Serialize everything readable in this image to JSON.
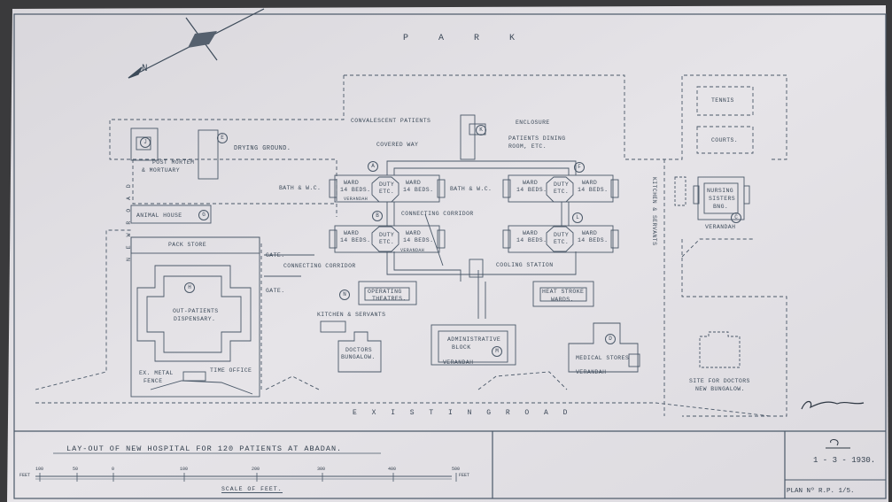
{
  "heading": {
    "park": "P A R K",
    "existing_road": "E X I S T I N G   R O A D"
  },
  "labels": {
    "convalescent": "CONVALESCENT PATIENTS",
    "enclosure": "ENCLOSURE",
    "covered_way": "COVERED WAY",
    "patients_dining": "PATIENTS DINING",
    "room_etc": "ROOM, ETC.",
    "post_mortem": "POST MORTEM",
    "mortuary": "& MORTUARY",
    "drying_ground": "DRYING GROUND.",
    "bath_wc_left": "BATH & W.C.",
    "bath_wc_right": "BATH & W.C.",
    "animal_house": "ANIMAL HOUSE",
    "connecting_corridor_1": "CONNECTING CORRIDOR",
    "connecting_corridor_2": "CONNECTING CORRIDOR",
    "pack_store": "PACK STORE",
    "gate_1": "GATE.",
    "gate_2": "GATE.",
    "cooling_station": "COOLING STATION",
    "operating": "OPERATING",
    "theatres": "THEATRES.",
    "heat_stroke": "HEAT STROKE",
    "wards": "WARDS.",
    "out_patients": "OUT-PATIENTS",
    "dispensary": "DISPENSARY.",
    "kitchen_servants": "KITCHEN & SERVANTS",
    "doctors": "DOCTORS",
    "bungalow": "BUNGALOW.",
    "administrative": "ADMINISTRATIVE",
    "block": "BLOCK",
    "verandah_admin": "VERANDAH",
    "medical_stores": "MEDICAL STORES",
    "verandah_stores": "VERANDAH",
    "ex_metal": "EX. METAL",
    "fence": "FENCE",
    "time_office": "TIME OFFICE",
    "site_for_doctors": "SITE FOR DOCTORS",
    "new_bungalow": "NEW BUNGALOW.",
    "tennis": "TENNIS",
    "courts": "COURTS.",
    "nursing": "NURSING",
    "sisters": "SISTERS",
    "bungalow_nurse": "BNG.",
    "verandah_nurse": "VERANDAH",
    "kitchen_servants_v": "KITCHEN & SERVANTS",
    "new_road": "N E W   R O A D",
    "ward": "WARD",
    "beds": "14 BEDS.",
    "duty": "DUTY",
    "etc": "ETC.",
    "verandah": "VERANDAH"
  },
  "markers": [
    "A",
    "B",
    "C",
    "D",
    "E",
    "F",
    "G",
    "H",
    "J",
    "K",
    "L",
    "M",
    "N"
  ],
  "title_block": {
    "title": "LAY-OUT OF NEW HOSPITAL FOR 120 PATIENTS AT ABADAN.",
    "scale_label": "SCALE OF FEET.",
    "scale_feet_left": "FEET",
    "scale_feet_right": "FEET",
    "scale_ticks": [
      "100",
      "50",
      "0",
      "100",
      "200",
      "300",
      "400",
      "500"
    ],
    "date": "1 - 3 - 1930.",
    "plan_no": "PLAN Nº R.P. 1/5."
  },
  "colors": {
    "paper": "#e8e6e9",
    "ink": "#4a5868",
    "frame": "#3a3a3c"
  }
}
